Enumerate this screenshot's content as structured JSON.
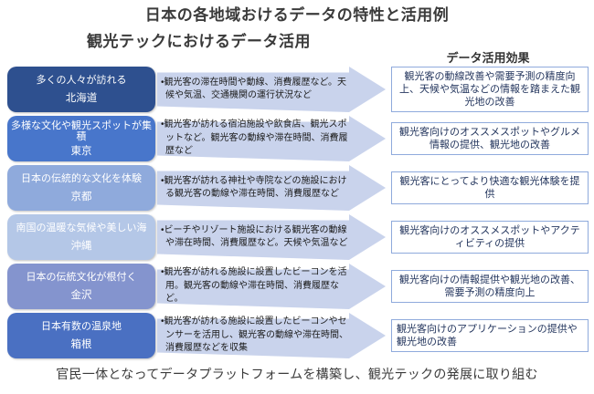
{
  "title": "日本の各地域おけるデータの特性と活用例",
  "subtitle": "観光テックにおけるデータ活用",
  "effect_column_header": "データ活用効果",
  "footer": "官民一体となってデータプラットフォームを構築し、観光テックの発展に取り組む",
  "colors": {
    "arrow_fill": "#c9d3ec",
    "effect_border": "#8faadc",
    "effect_text": "#24365e",
    "title_text": "#3b3b3b"
  },
  "rows": [
    {
      "region_label": "多くの人々が訪れる",
      "region_name": "北海道",
      "box_color": "#2e508f",
      "data": "•観光客の滞在時間や動線、消費履歴など。天候や気温、交通機関の運行状況など",
      "effect": "観光客の動線改善や需要予測の精度向上、天候や気温などの情報を踏まえた観光地の改善",
      "effect_align": "center"
    },
    {
      "region_label": "多様な文化や観光スポットが集積",
      "region_name": "東京",
      "box_color": "#4876cb",
      "data": "•観光客が訪れる宿泊施設や飲食店、観光スポットなど。観光客の動線や滞在時間、消費履歴など",
      "effect": "観光客向けのオススメスポットやグルメ情報の提供、観光地の改善",
      "effect_align": "center"
    },
    {
      "region_label": "日本の伝統的な文化を体験",
      "region_name": "京都",
      "box_color": "#8faadc",
      "data": "•観光客が訪れる神社や寺院などの施設における観光客の動線や滞在時間、消費履歴など",
      "effect": "観光客にとってより快適な観光体験を提供",
      "effect_align": "center"
    },
    {
      "region_label": "南国の温暖な気候や美しい海",
      "region_name": "沖縄",
      "box_color": "#b4c7e7",
      "data": "•ビーチやリゾート施設における観光客の動線や滞在時間、消費履歴など。天候や気温など",
      "effect": "観光客向けのオススメスポットやアクティビティの提供",
      "effect_align": "center"
    },
    {
      "region_label": "日本の伝統文化が根付く",
      "region_name": "金沢",
      "box_color": "#8494ce",
      "data": "•観光客が訪れる施設に設置したビーコンを活用。観光客の動線や滞在時間、消費履歴など。",
      "effect": "観光客向けの情報提供や観光地の改善、需要予測の精度向上",
      "effect_align": "center"
    },
    {
      "region_label": "日本有数の温泉地",
      "region_name": "箱根",
      "box_color": "#4a70c2",
      "data": "•観光客が訪れる施設に設置したビーコンやセンサーを活用し、観光客の動線や滞在時間、消費履歴などを収集",
      "effect": "観光客向けのアプリケーションの提供や観光地の改善",
      "effect_align": "left"
    }
  ]
}
